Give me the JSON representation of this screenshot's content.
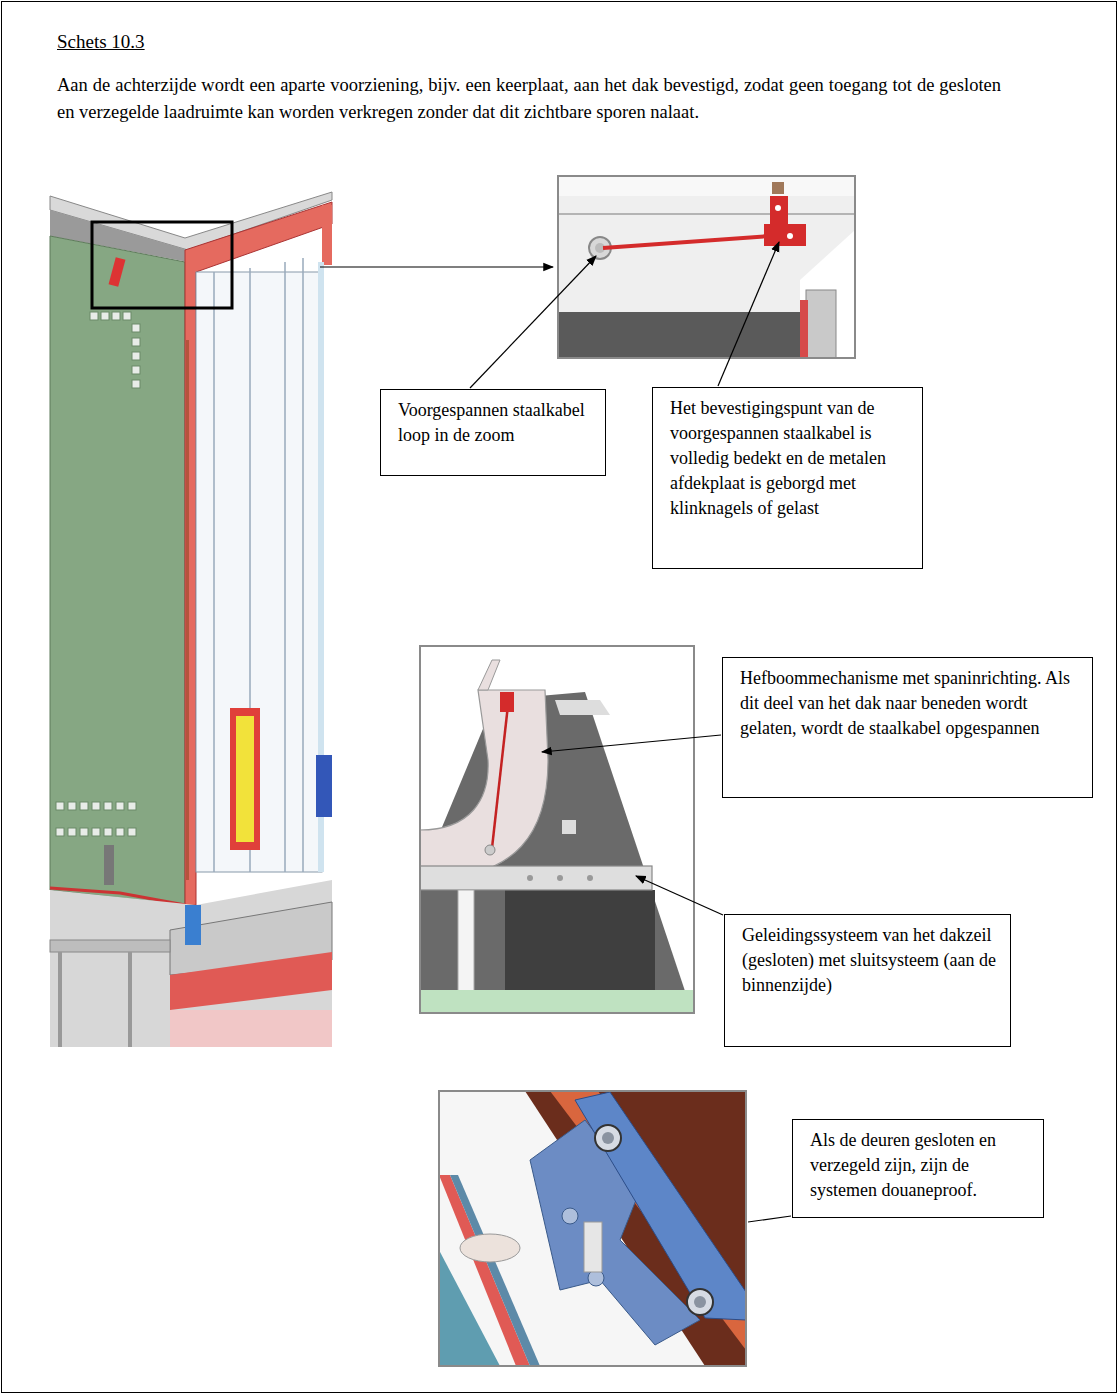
{
  "diagram": {
    "title": "Schets 10.3",
    "nodes": [
      {
        "text": [
          "Voorgespannen staalkabel loop in de zoom"
        ]
      },
      {
        "text": [
          "Het bevestigingspunt van de voorgespannen staalkabel is volledig bedekt en de metalen afdekplaat is geborgd met klinknagels of gelast"
        ]
      },
      {
        "text": [
          "Hefboommechanisme met spaninrichting. Als dit deel van het dak naar beneden wordt gelaten, wordt de staalkabel opgespannen"
        ]
      },
      {
        "text": [
          "Geleidingssysteem van het dakzeil (gesloten) met sluitsysteem (aan de binnenzijde)"
        ]
      },
      {
        "text": [
          "Als de deuren gesloten en verzegeld zijn, zijn de systemen douaneproof."
        ]
      }
    ],
    "labels": [
      "Aan de achterzijde wordt een aparte voorziening, bijv. een keerplaat, aan het dak bevestigd, zodat geen toegang tot de gesloten en verzegelde laadruimte kan worden verkregen zonder dat dit zichtbare sporen nalaat."
    ]
  }
}
